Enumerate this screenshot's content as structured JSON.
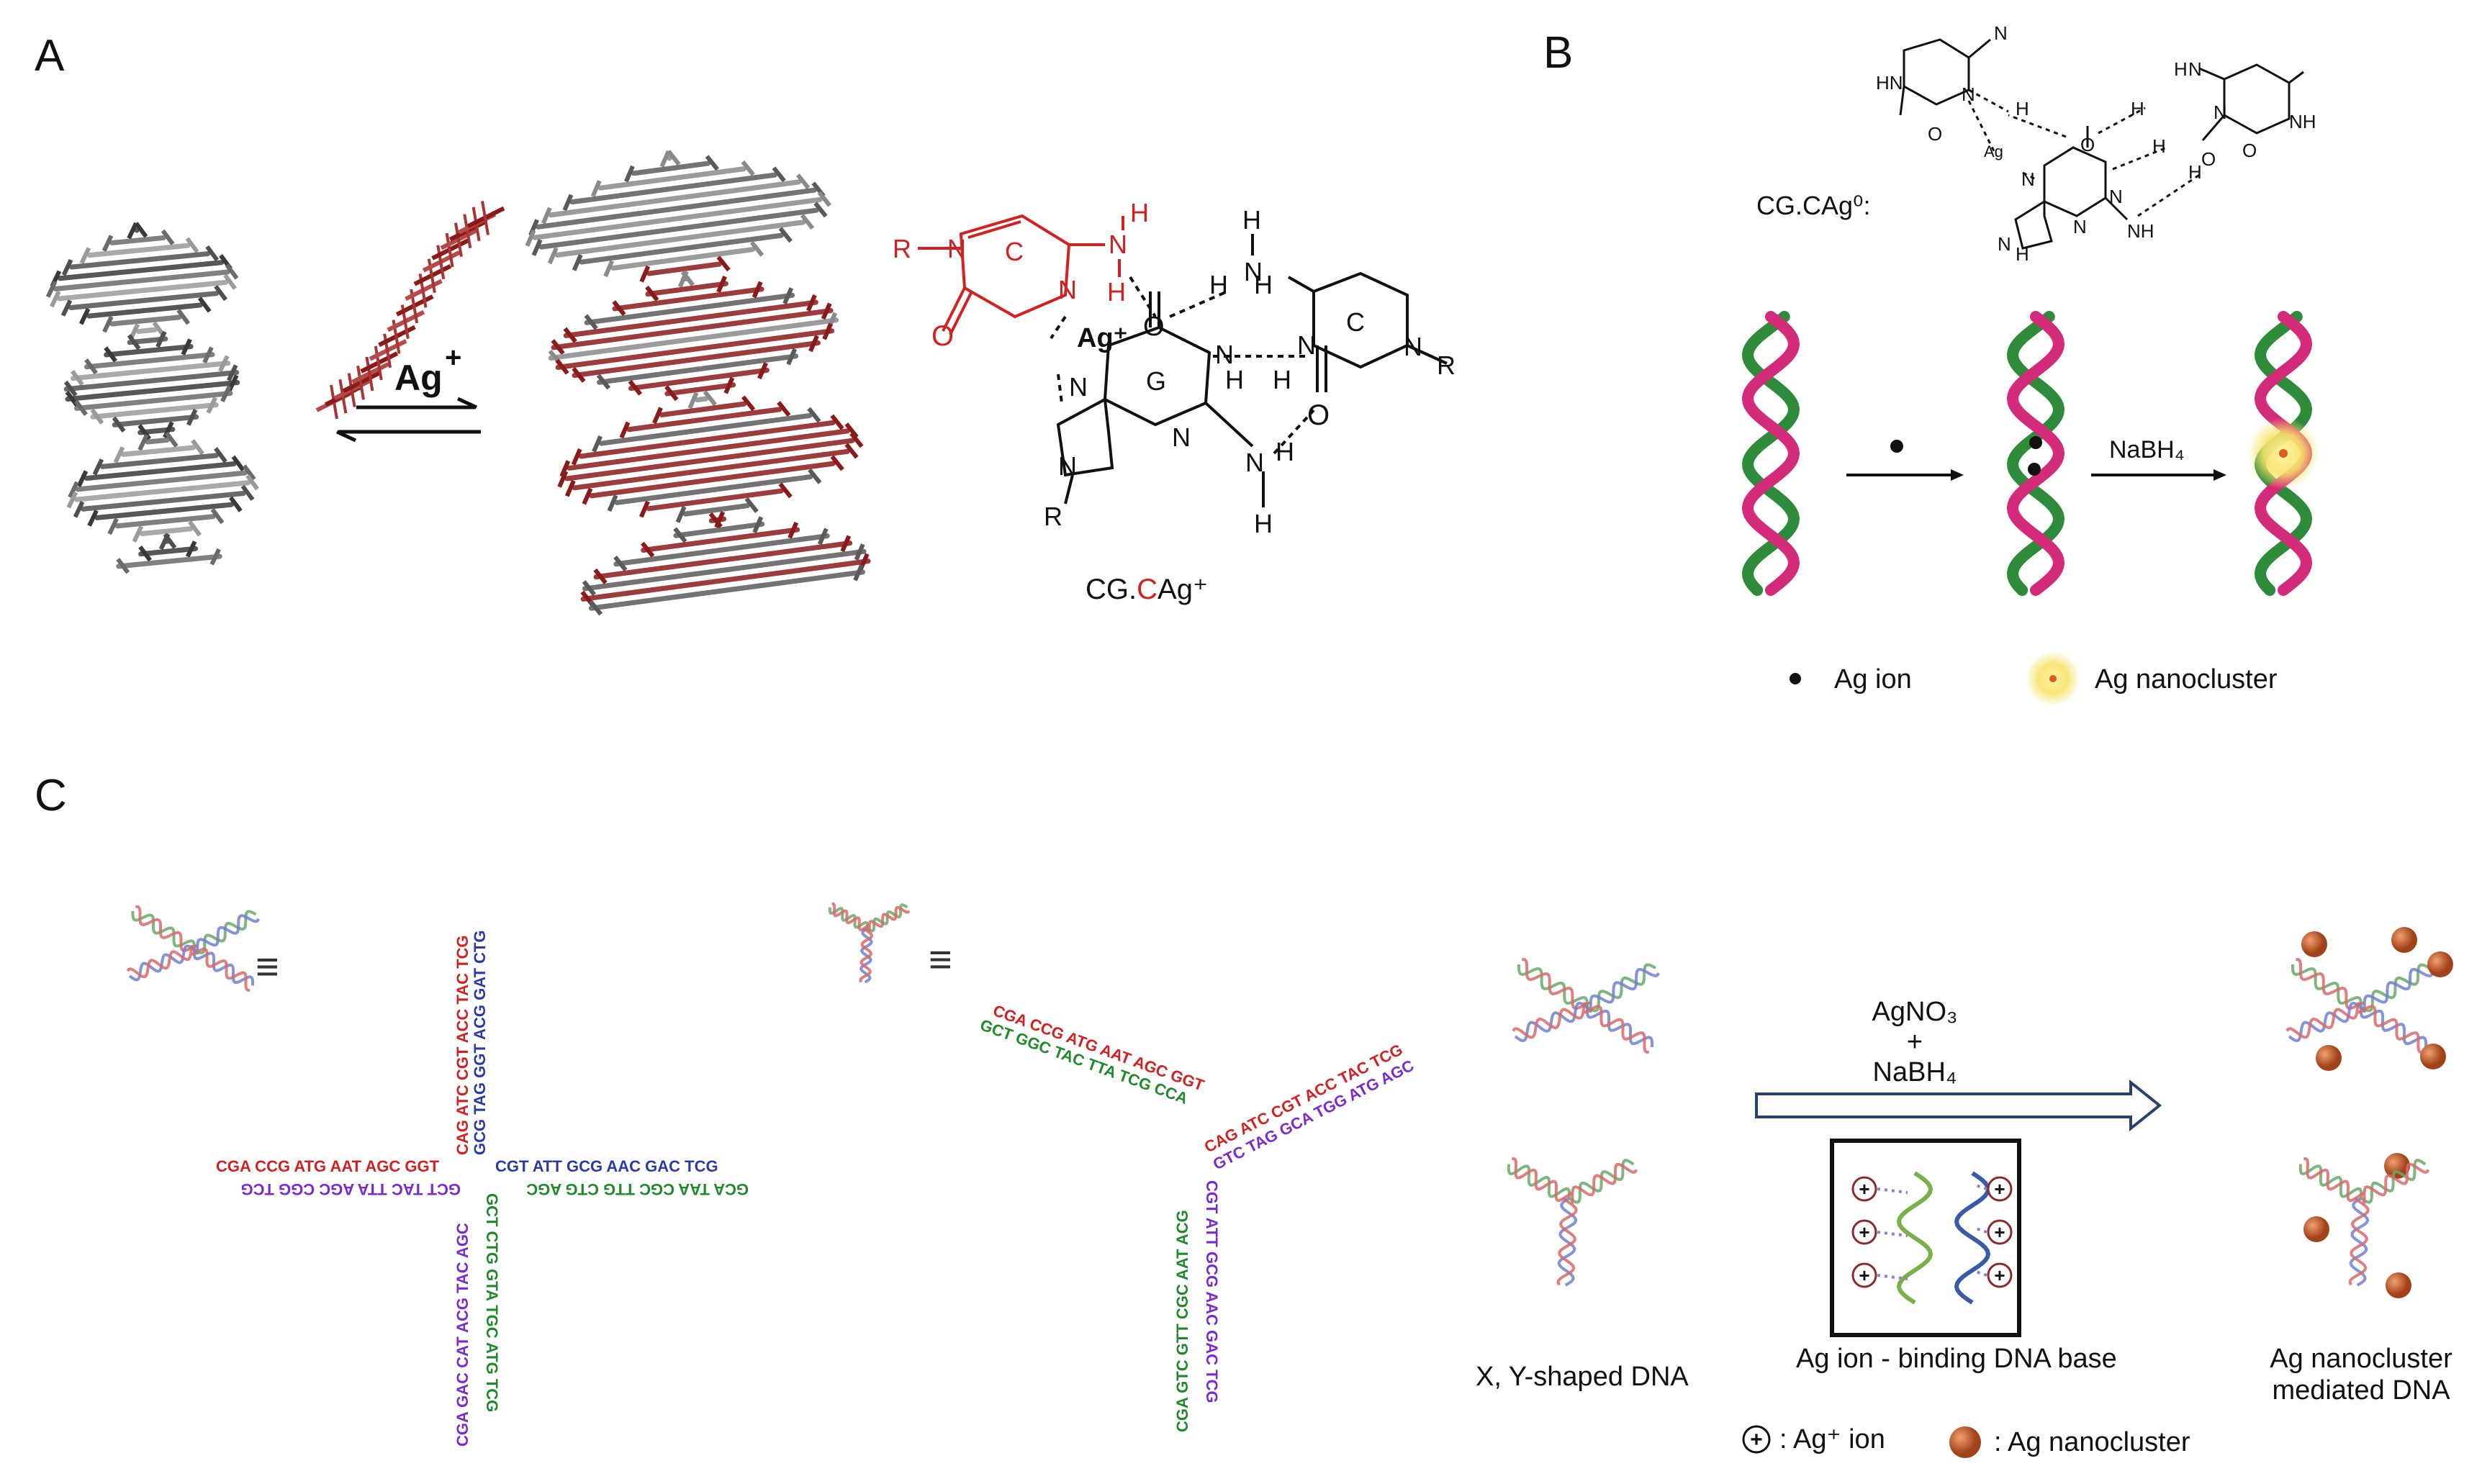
{
  "panels": {
    "a": {
      "label": "A",
      "ion": "Ag",
      "ion_charge": "+",
      "cytosine_letter": "C",
      "guanine_letter": "G",
      "cytosine2_letter": "C",
      "metal": "Ag⁺",
      "r_group": "R",
      "o_atom": "O",
      "n_atom": "N",
      "h_atom": "H",
      "caption_prefix": "CG.",
      "caption_red": "C",
      "caption_suffix": "Ag⁺"
    },
    "b": {
      "label": "B",
      "complex_label": "CG.CAg⁰:",
      "metal": "Ag",
      "reductant": "NaBH₄",
      "legend_ion": "Ag ion",
      "legend_cluster": "Ag nanocluster"
    },
    "c": {
      "label": "C",
      "equiv": "≡",
      "x_seq": {
        "top_red": "CAG ATC CGT ACC TAC TCG",
        "top_blue": "GCG TAG GGT ACG GAT CTG",
        "left_red": "CGA CCG ATG AAT AGC GGT",
        "left_purple": "GCT TAC TTA AGC CGG TCG",
        "right_blue": "CGT ATT GCG AAC GAC TCG",
        "right_green": "GCA TAA CGC TTG CTG AGC",
        "bottom_purple": "CGA GAC CAT ACG TAC AGC",
        "bottom_green": "GCT CTG GTA TGC ATG TCG"
      },
      "y_seq": {
        "left_red": "CGA CCG ATG AAT AGC GGT",
        "left_green": "GCT GGC TAC TTA TCG CCA",
        "right_red": "CAG ATC CGT ACC TAC TCG",
        "right_purple": "GTC TAG GCA TGG ATG AGC",
        "stem_green": "CGA GTC GTT CGC AAT ACG",
        "stem_purple": "CGT ATT GCG AAC GAC TCG"
      },
      "reagent_1": "AgNO₃",
      "reagent_plus": "+",
      "reagent_2": "NaBH₄",
      "caption_shapes": "X, Y-shaped DNA",
      "caption_binding": "Ag ion - binding DNA base",
      "caption_result_1": "Ag nanocluster",
      "caption_result_2": "mediated DNA",
      "ion_symbol": "+",
      "legend_ion": ": Ag⁺ ion",
      "legend_cluster": ": Ag nanocluster"
    }
  },
  "colors": {
    "red_strand": "#8b1a1a",
    "gray_strand": "#555555",
    "pink_helix": "#d42a7a",
    "green_helix": "#2e8b3a",
    "seq_red": "#d42020",
    "seq_blue": "#2a3aa8",
    "seq_purple": "#7a2ad0",
    "seq_green": "#1f8a2a",
    "cluster": "#b5532a",
    "halo": "#f6e36a"
  }
}
